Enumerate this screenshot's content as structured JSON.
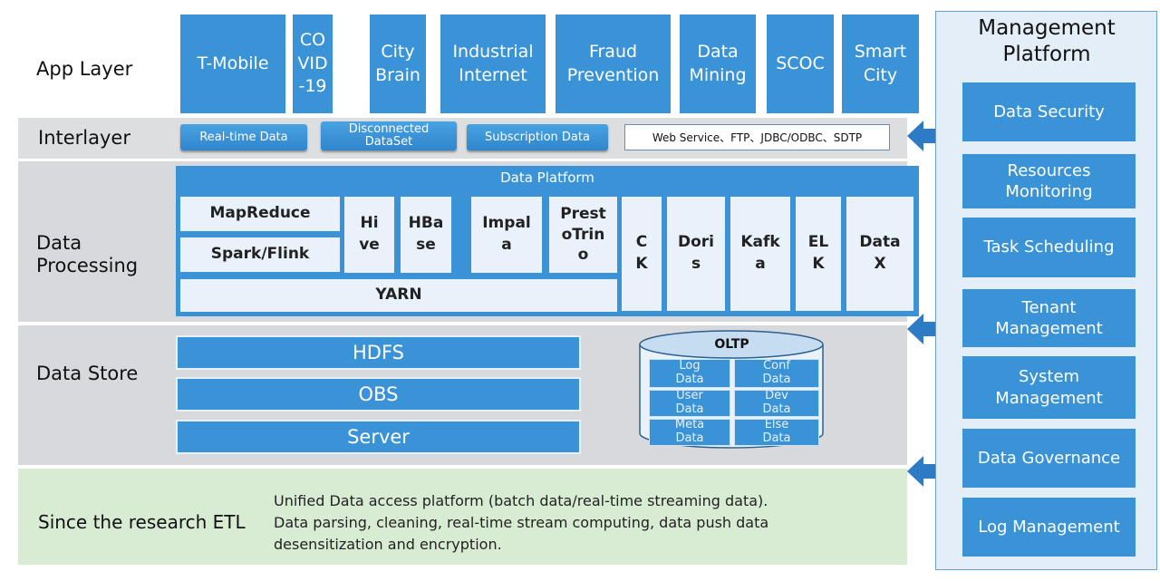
{
  "app_layer": {
    "label": "App Layer",
    "items": [
      "T-Mobile",
      "COVID-19",
      "City Brain",
      "Industrial Internet",
      "Fraud Prevention",
      "Data Mining",
      "SCOC",
      "Smart City"
    ]
  },
  "interlayer": {
    "label": "Interlayer",
    "items": [
      "Real-time Data",
      "Disconnected DataSet",
      "Subscription Data"
    ],
    "protocols": "Web Service、FTP、JDBC/ODBC、SDTP"
  },
  "data_processing": {
    "label": "Data Processing",
    "platform_title": "Data Platform",
    "mapreduce": "MapReduce",
    "spark": "Spark/Flink",
    "yarn": "YARN",
    "hive": "Hive",
    "hbase": "HBase",
    "impala": "Impala",
    "presto": "PrestoTrino",
    "ck": "CK",
    "doris": "Doris",
    "kafka": "Kafka",
    "elk": "ELK",
    "datax": "DataX"
  },
  "data_store": {
    "label": "Data Store",
    "bars": [
      "HDFS",
      "OBS",
      "Server"
    ],
    "oltp_title": "OLTP",
    "oltp_cells": [
      "Log Data",
      "Conf Data",
      "User Data",
      "Dev Data",
      "Meta Data",
      "Else Data"
    ]
  },
  "etl": {
    "label": "Since the research ETL",
    "line1": "Unified Data access platform (batch data/real-time streaming data).",
    "line2": "Data parsing, cleaning, real-time stream computing, data push data",
    "line3": "desensitization and encryption."
  },
  "management": {
    "title": "Management Platform",
    "items": [
      "Data Security",
      "Resources Monitoring",
      "Task Scheduling",
      "Tenant Management",
      "System Management",
      "Data Governance",
      "Log Management"
    ]
  },
  "colors": {
    "primary_blue": "#3a93d6",
    "arrow_blue": "#2d7bc4",
    "light_blue": "#e9f2fb",
    "band_gray": "#d7d9dc",
    "etl_green": "#d8ecd3"
  }
}
